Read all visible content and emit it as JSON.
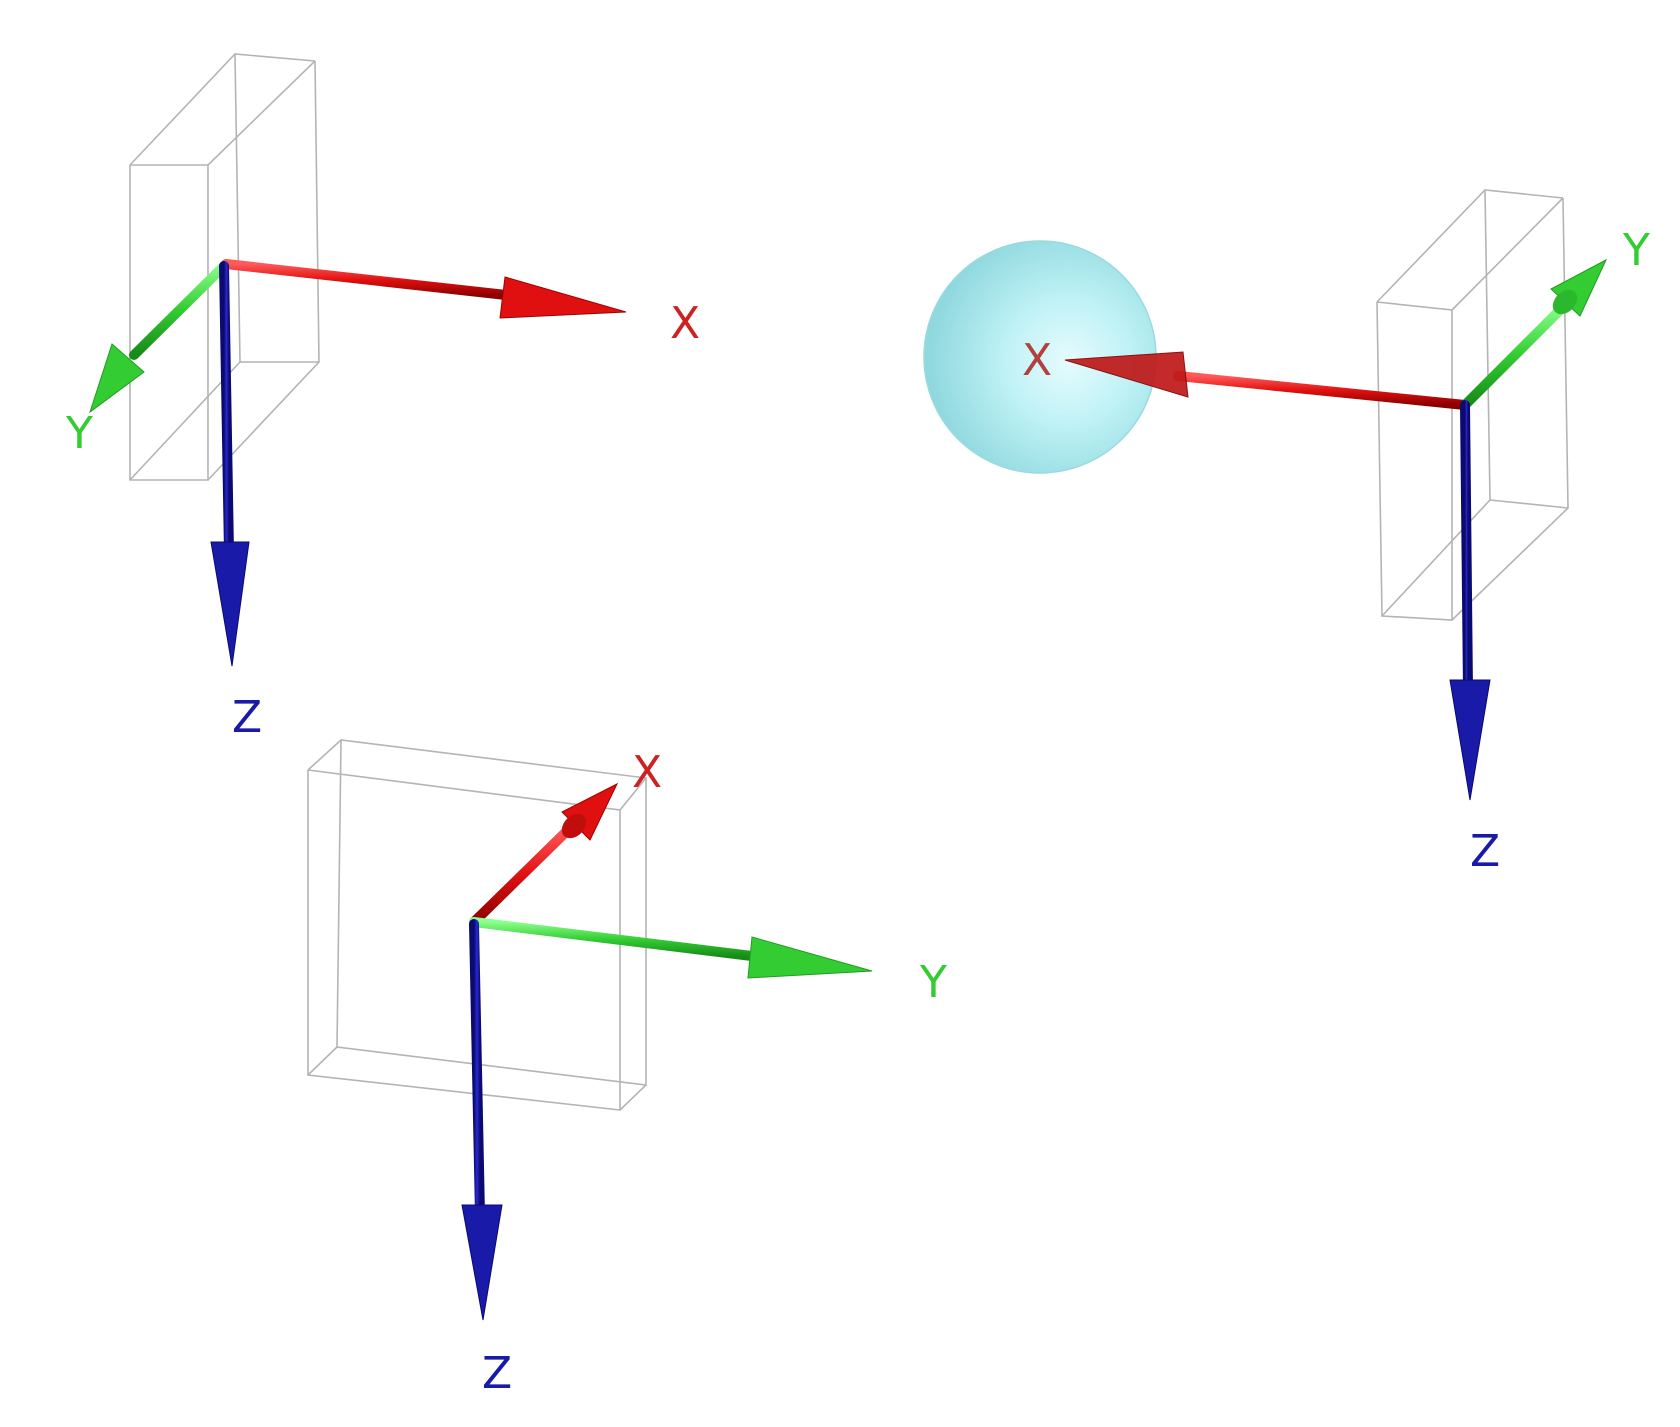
{
  "colors": {
    "x_axis": "#e01010",
    "y_axis": "#33cc33",
    "z_axis": "#1a1aa8",
    "sphere": "#a8e8ec",
    "box_edges": "#b4b4b4",
    "background": "#ffffff"
  },
  "frames": [
    {
      "id": "frame-top-left",
      "labels": {
        "x": "X",
        "y": "Y",
        "z": "Z"
      },
      "has_sphere": false
    },
    {
      "id": "frame-top-right",
      "labels": {
        "x": "X",
        "y": "Y",
        "z": "Z"
      },
      "has_sphere": true
    },
    {
      "id": "frame-bottom",
      "labels": {
        "x": "X",
        "y": "Y",
        "z": "Z"
      },
      "has_sphere": false
    }
  ]
}
